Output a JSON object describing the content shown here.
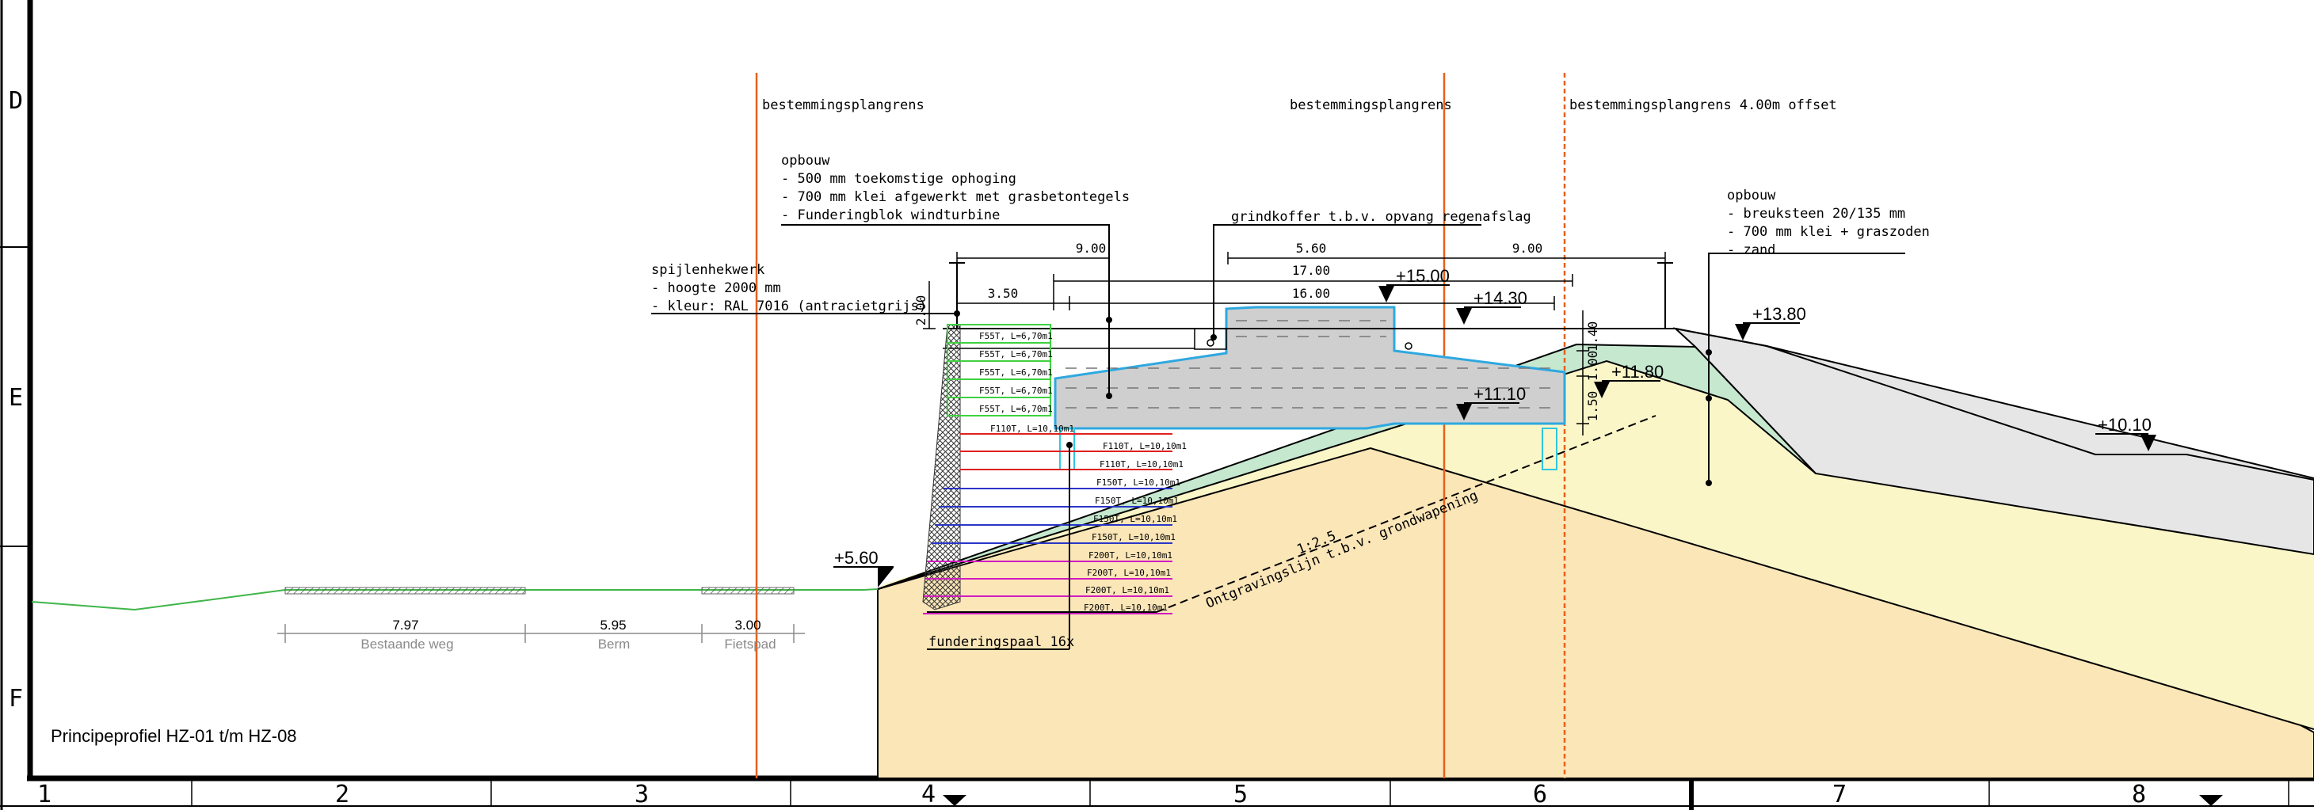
{
  "title": "Principeprofiel HZ-01 t/m HZ-08",
  "grid": {
    "rows": [
      "D",
      "E",
      "F"
    ],
    "columns": [
      "1",
      "2",
      "3",
      "4",
      "5",
      "6",
      "7",
      "8"
    ]
  },
  "boundaries": {
    "left": "bestemmingsplangrens",
    "middle": "bestemmingsplangrens",
    "right": "bestemmingsplangrens 4.00m offset"
  },
  "notes": {
    "opbouw_left": {
      "heading": "opbouw",
      "lines": [
        "- 500 mm toekomstige ophoging",
        "- 700 mm klei afgewerkt met grasbetontegels",
        "- Funderingblok windturbine"
      ]
    },
    "opbouw_right": {
      "heading": "opbouw",
      "lines": [
        "- breuksteen 20/135 mm",
        "- 700 mm klei + graszoden",
        "- zand"
      ]
    },
    "fence": {
      "heading": "spijlenhekwerk",
      "lines": [
        "- hoogte 2000 mm",
        "- kleur: RAL 7016 (antracietgrijs)"
      ]
    },
    "gravel": "grindkoffer t.b.v. opvang regenafslag",
    "slope": "1:2.5",
    "excavation": "Ontgravingslijn t.b.v. grondwapening",
    "piles": "funderingspaal 16x"
  },
  "levels": {
    "l1": "+15.00",
    "l2": "+14.30",
    "l3": "+13.80",
    "l4": "+11.80",
    "l5": "+11.10",
    "l6": "+10.10",
    "l7": "+5.60"
  },
  "dimensions": {
    "d1": "9.00",
    "d2": "5.60",
    "d3": "9.00",
    "d4": "17.00",
    "d5": "3.50",
    "d6": "16.00",
    "d7": "2.00",
    "d8": "1.40",
    "d9": "1.00",
    "d10": "1.50"
  },
  "road": {
    "segments": [
      {
        "width": "7.97",
        "label": "Bestaande weg"
      },
      {
        "width": "5.95",
        "label": "Berm"
      },
      {
        "width": "3.00",
        "label": "Fietspad"
      }
    ]
  },
  "anchors": {
    "green": [
      "F55T, L=6,70m1",
      "F55T, L=6,70m1",
      "F55T, L=6,70m1",
      "F55T, L=6,70m1",
      "F55T, L=6,70m1"
    ],
    "red": [
      "F110T, L=10,10m1",
      "F110T, L=10,10m1",
      "F110T, L=10,10m1"
    ],
    "blue": [
      "F150T, L=10,10m1",
      "F150T, L=10,10m1",
      "F150T, L=10,10m1",
      "F150T, L=10,10m1"
    ],
    "magenta": [
      "F200T, L=10,10m1",
      "F200T, L=10,10m1",
      "F200T, L=10,10m1",
      "F200T, L=10,10m1"
    ]
  },
  "colors": {
    "sand": "#fbe6b8",
    "soil": "#fbf6c8",
    "clay": "#c5e8cf",
    "rubble": "#e6e6e6",
    "concrete": "#cfcfcf",
    "boundary": "#e8601c",
    "outline": "#2ea8e0"
  }
}
